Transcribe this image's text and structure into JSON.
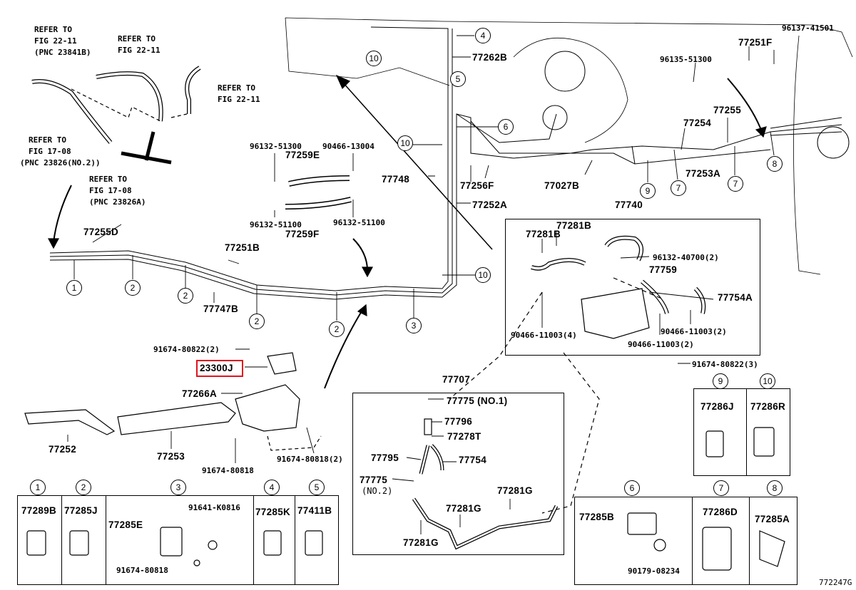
{
  "references": [
    {
      "lines": [
        "REFER TO",
        "FIG 22-11",
        "(PNC 23841B)"
      ]
    },
    {
      "lines": [
        "REFER TO",
        "FIG 22-11"
      ]
    },
    {
      "lines": [
        "REFER TO",
        "FIG 22-11"
      ]
    },
    {
      "lines": [
        "REFER TO",
        "FIG 17-08",
        "(PNC 23826(NO.2))"
      ]
    },
    {
      "lines": [
        "REFER TO",
        "FIG 17-08",
        "(PNC 23826A)"
      ]
    }
  ],
  "parts": {
    "p96137_41501": "96137-41501",
    "p77251F": "77251F",
    "p96135_51300": "96135-51300",
    "p77255": "77255",
    "p77254": "77254",
    "p77253A": "77253A",
    "p77262B": "77262B",
    "p96132_51300": "96132-51300",
    "p90466_13004": "90466-13004",
    "p77259E": "77259E",
    "p77748": "77748",
    "p77256F": "77256F",
    "p77027B": "77027B",
    "p77252A": "77252A",
    "p96132_51100_a": "96132-51100",
    "p96132_51100_b": "96132-51100",
    "p77259F": "77259F",
    "p77740": "77740",
    "p77255D": "77255D",
    "p77251B": "77251B",
    "p77747B": "77747B",
    "p77281B_a": "77281B",
    "p77281B_b": "77281B",
    "p96132_40700": "96132-40700(2)",
    "p77759": "77759",
    "p77754A": "77754A",
    "p90466_11003_4": "90466-11003(4)",
    "p90466_11003_2a": "90466-11003(2)",
    "p90466_11003_2b": "90466-11003(2)",
    "p91674_80822_3": "91674-80822(3)",
    "p91674_80822_2": "91674-80822(2)",
    "p23300J": "23300J",
    "p77266A": "77266A",
    "p77252": "77252",
    "p77253": "77253",
    "p91674_80818": "91674-80818",
    "p91674_80818_2": "91674-80818(2)",
    "p77707": "77707",
    "p77775_no1": "77775 (NO.1)",
    "p77796": "77796",
    "p77278T": "77278T",
    "p77795": "77795",
    "p77754": "77754",
    "p77775": "77775",
    "p77775_no2": "(NO.2)",
    "p77281G_a": "77281G",
    "p77281G_b": "77281G",
    "p77281G_c": "77281G"
  },
  "callouts": [
    "1",
    "2",
    "3",
    "4",
    "5",
    "6",
    "7",
    "8",
    "9",
    "10"
  ],
  "legend_left": {
    "c1": "77289B",
    "c2": "77285J",
    "c3a": "77285E",
    "c3b": "91641-K0816",
    "c3c": "91674-80818",
    "c4": "77285K",
    "c5": "77411B"
  },
  "legend_right": {
    "c6a": "77285B",
    "c6b": "90179-08234",
    "c7": "77286D",
    "c8": "77285A"
  },
  "legend_9_10": {
    "c9": "77286J",
    "c10": "77286R"
  },
  "figure_id": "772247G",
  "highlight_color": "#e0141c"
}
